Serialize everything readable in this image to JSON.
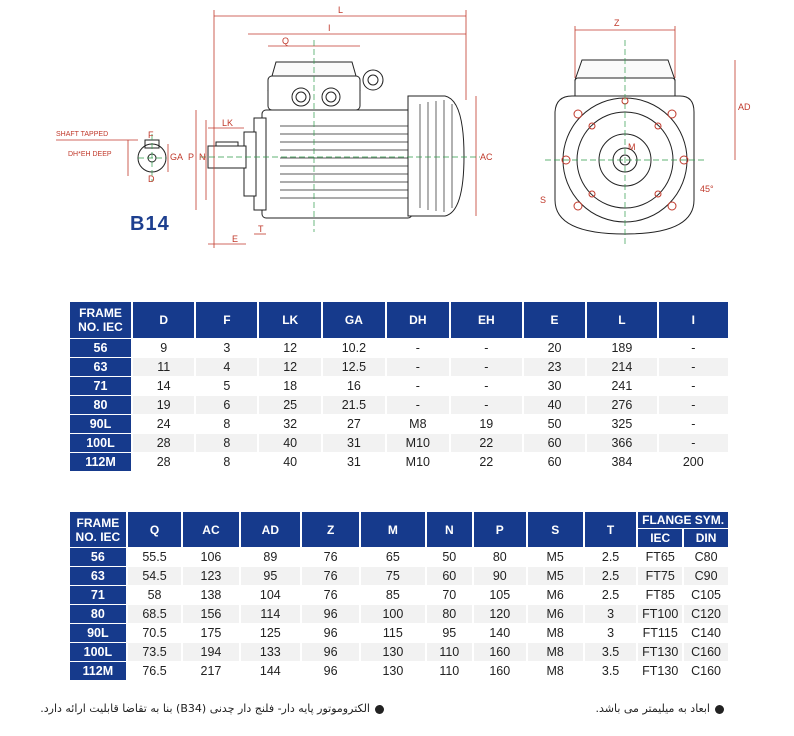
{
  "drawing": {
    "view_label": "B14",
    "shaft_note_line1": "SHAFT TAPPED",
    "shaft_note_line2": "DH*EH DEEP",
    "dim_labels": {
      "L": "L",
      "I": "I",
      "Q": "Q",
      "LK": "LK",
      "F": "F",
      "GA": "GA",
      "D": "D",
      "P": "P",
      "N": "N",
      "E": "E",
      "T": "T",
      "AC": "AC",
      "Z": "Z",
      "AD": "AD",
      "M": "M",
      "S": "S",
      "angle": "45°"
    }
  },
  "table1": {
    "headers": [
      "FRAME\nNO. IEC",
      "D",
      "F",
      "LK",
      "GA",
      "DH",
      "EH",
      "E",
      "L",
      "I"
    ],
    "rows": [
      [
        "56",
        "9",
        "3",
        "12",
        "10.2",
        "-",
        "-",
        "20",
        "189",
        "-"
      ],
      [
        "63",
        "11",
        "4",
        "12",
        "12.5",
        "-",
        "-",
        "23",
        "214",
        "-"
      ],
      [
        "71",
        "14",
        "5",
        "18",
        "16",
        "-",
        "-",
        "30",
        "241",
        "-"
      ],
      [
        "80",
        "19",
        "6",
        "25",
        "21.5",
        "-",
        "-",
        "40",
        "276",
        "-"
      ],
      [
        "90L",
        "24",
        "8",
        "32",
        "27",
        "M8",
        "19",
        "50",
        "325",
        "-"
      ],
      [
        "100L",
        "28",
        "8",
        "40",
        "31",
        "M10",
        "22",
        "60",
        "366",
        "-"
      ],
      [
        "112M",
        "28",
        "8",
        "40",
        "31",
        "M10",
        "22",
        "60",
        "384",
        "200"
      ]
    ]
  },
  "table2": {
    "headers": [
      "FRAME\nNO. IEC",
      "Q",
      "AC",
      "AD",
      "Z",
      "M",
      "N",
      "P",
      "S",
      "T"
    ],
    "flange_header": "FLANGE SYM.",
    "flange_sub": [
      "IEC",
      "DIN"
    ],
    "rows": [
      [
        "56",
        "55.5",
        "106",
        "89",
        "76",
        "65",
        "50",
        "80",
        "M5",
        "2.5",
        "FT65",
        "C80"
      ],
      [
        "63",
        "54.5",
        "123",
        "95",
        "76",
        "75",
        "60",
        "90",
        "M5",
        "2.5",
        "FT75",
        "C90"
      ],
      [
        "71",
        "58",
        "138",
        "104",
        "76",
        "85",
        "70",
        "105",
        "M6",
        "2.5",
        "FT85",
        "C105"
      ],
      [
        "80",
        "68.5",
        "156",
        "114",
        "96",
        "100",
        "80",
        "120",
        "M6",
        "3",
        "FT100",
        "C120"
      ],
      [
        "90L",
        "70.5",
        "175",
        "125",
        "96",
        "115",
        "95",
        "140",
        "M8",
        "3",
        "FT115",
        "C140"
      ],
      [
        "100L",
        "73.5",
        "194",
        "133",
        "96",
        "130",
        "110",
        "160",
        "M8",
        "3.5",
        "FT130",
        "C160"
      ],
      [
        "112M",
        "76.5",
        "217",
        "144",
        "96",
        "130",
        "110",
        "160",
        "M8",
        "3.5",
        "FT130",
        "C160"
      ]
    ]
  },
  "footnotes": {
    "right": "ابعاد به میلیمتر می باشد.",
    "left": "الکتروموتور پایه دار- فلنج دار چدنی (B34) بنا به تقاضا قابلیت ارائه دارد."
  }
}
